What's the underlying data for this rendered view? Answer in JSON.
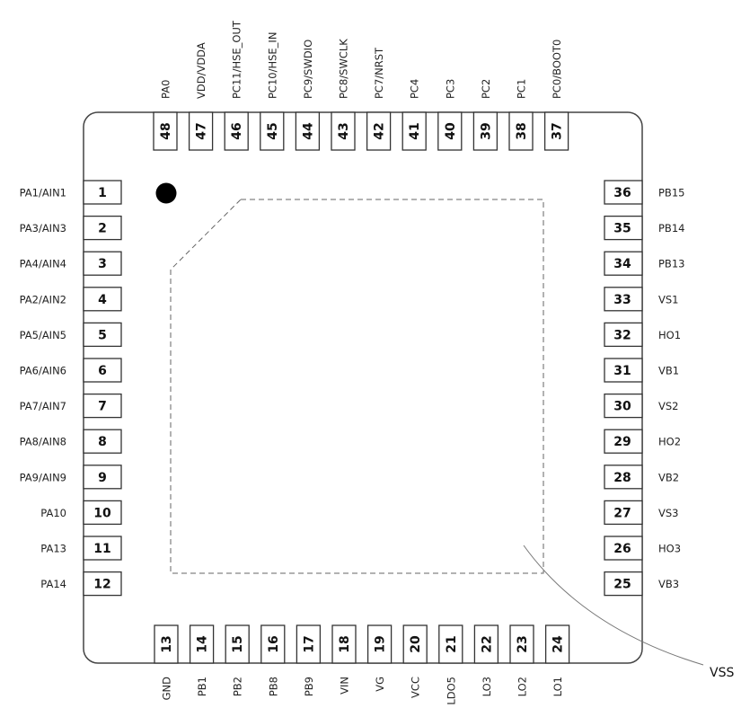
{
  "package": {
    "type": "QFN48",
    "pin1_marker": "dot",
    "exposed_pad_net": "VSS"
  },
  "pins": {
    "left": [
      {
        "num": "1",
        "name": "PA1/AIN1"
      },
      {
        "num": "2",
        "name": "PA3/AIN3"
      },
      {
        "num": "3",
        "name": "PA4/AIN4"
      },
      {
        "num": "4",
        "name": "PA2/AIN2"
      },
      {
        "num": "5",
        "name": "PA5/AIN5"
      },
      {
        "num": "6",
        "name": "PA6/AIN6"
      },
      {
        "num": "7",
        "name": "PA7/AIN7"
      },
      {
        "num": "8",
        "name": "PA8/AIN8"
      },
      {
        "num": "9",
        "name": "PA9/AIN9"
      },
      {
        "num": "10",
        "name": "PA10"
      },
      {
        "num": "11",
        "name": "PA13"
      },
      {
        "num": "12",
        "name": "PA14"
      }
    ],
    "bottom": [
      {
        "num": "13",
        "name": "GND"
      },
      {
        "num": "14",
        "name": "PB1"
      },
      {
        "num": "15",
        "name": "PB2"
      },
      {
        "num": "16",
        "name": "PB8"
      },
      {
        "num": "17",
        "name": "PB9"
      },
      {
        "num": "18",
        "name": "VIN"
      },
      {
        "num": "19",
        "name": "VG"
      },
      {
        "num": "20",
        "name": "VCC"
      },
      {
        "num": "21",
        "name": "LDO5"
      },
      {
        "num": "22",
        "name": "LO3"
      },
      {
        "num": "23",
        "name": "LO2"
      },
      {
        "num": "24",
        "name": "LO1"
      }
    ],
    "right": [
      {
        "num": "36",
        "name": "PB15"
      },
      {
        "num": "35",
        "name": "PB14"
      },
      {
        "num": "34",
        "name": "PB13"
      },
      {
        "num": "33",
        "name": "VS1"
      },
      {
        "num": "32",
        "name": "HO1"
      },
      {
        "num": "31",
        "name": "VB1"
      },
      {
        "num": "30",
        "name": "VS2"
      },
      {
        "num": "29",
        "name": "HO2"
      },
      {
        "num": "28",
        "name": "VB2"
      },
      {
        "num": "27",
        "name": "VS3"
      },
      {
        "num": "26",
        "name": "HO3"
      },
      {
        "num": "25",
        "name": "VB3"
      }
    ],
    "top": [
      {
        "num": "48",
        "name": "PA0"
      },
      {
        "num": "47",
        "name": "VDD/VDDA"
      },
      {
        "num": "46",
        "name": "PC11/HSE_OUT"
      },
      {
        "num": "45",
        "name": "PC10/HSE_IN"
      },
      {
        "num": "44",
        "name": "PC9/SWDIO"
      },
      {
        "num": "43",
        "name": "PC8/SWCLK"
      },
      {
        "num": "42",
        "name": "PC7/NRST"
      },
      {
        "num": "41",
        "name": "PC4"
      },
      {
        "num": "40",
        "name": "PC3"
      },
      {
        "num": "39",
        "name": "PC2"
      },
      {
        "num": "38",
        "name": "PC1"
      },
      {
        "num": "37",
        "name": "PC0/BOOT0"
      }
    ]
  },
  "labels": {
    "vss": "VSS"
  }
}
